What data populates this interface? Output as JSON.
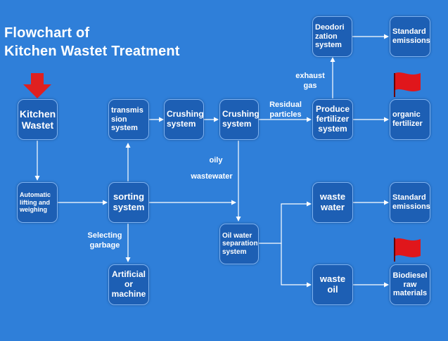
{
  "title": "Flowchart of\nKitchen  Wastet  Treatment",
  "nodes": {
    "kitchen_wastet": "Kitchen\nWastet",
    "transmission_system": "transmis\nsion\nsystem",
    "crushing_system_1": "Crushing\nsystem",
    "crushing_system_2": "Crushing\nsystem",
    "produce_fertilizer": "Produce\nfertilizer\nsystem",
    "organic_fertilizer": "organic\nfertilizer",
    "deodorization_system": "Deodori\nzation\nsystem",
    "standard_emissions_top": "Standard\nemissions",
    "automatic_lifting": "Automatic\nlifting and\nweighing",
    "sorting_system": "sorting\nsystem",
    "oil_water_separation": "Oil water\nseparation\nsystem",
    "waste_water": "waste\nwater",
    "standard_emissions_mid": "Standard\nemissions",
    "artificial_or_machine": "Artificial\nor\nmachine",
    "waste_oil": "waste\noil",
    "biodiesel": "Biodiesel\nraw\nmaterials"
  },
  "labels": {
    "exhaust_gas": "exhaust\ngas",
    "residual_particles": "Residual\nparticles",
    "oily": "oily",
    "wastewater": "wastewater",
    "selecting_garbage": "Selecting\ngarbage"
  },
  "colors": {
    "background": "#2f7fd9",
    "node_fill": "#1d5fb4",
    "node_border": "#7fb2f0",
    "arrow": "#ffffff",
    "start_marker": "#e02020",
    "flag": "#e0161b"
  },
  "icons": [
    "down-arrow-icon",
    "red-flag-icon"
  ]
}
